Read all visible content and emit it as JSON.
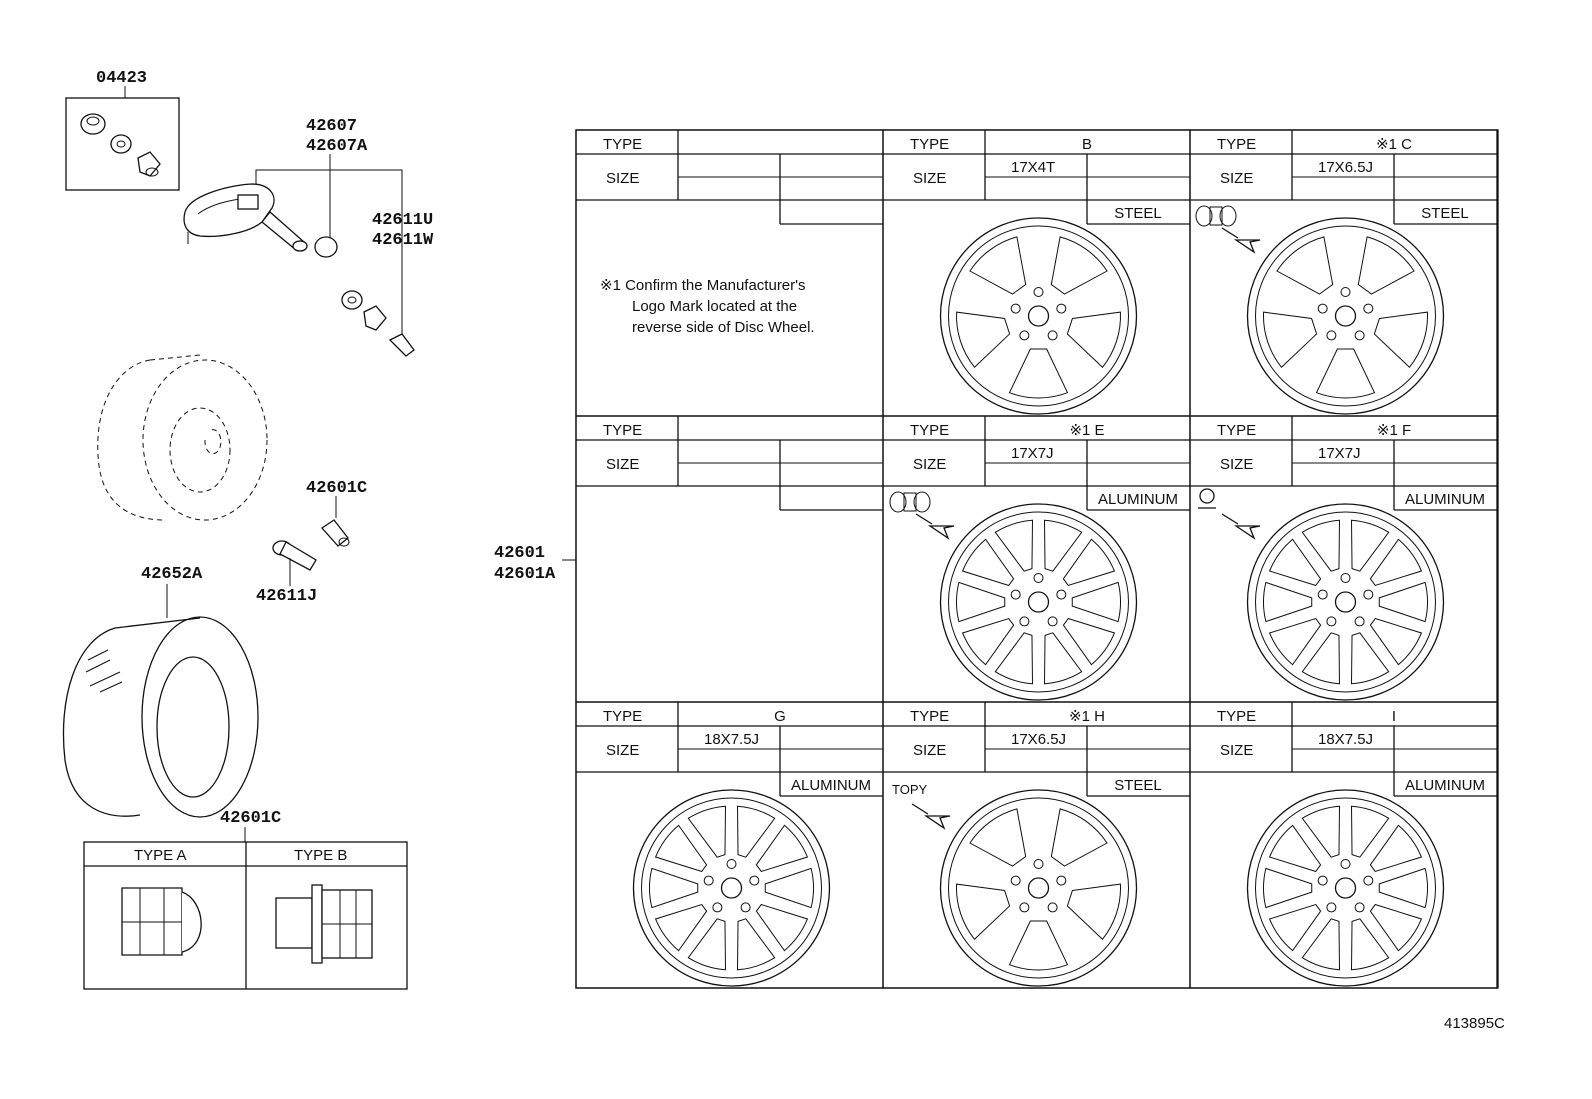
{
  "parts": {
    "p04423": "04423",
    "p42607": "42607",
    "p42607A": "42607A",
    "p42611U": "42611U",
    "p42611W": "42611W",
    "p42601C_top": "42601C",
    "p42652A": "42652A",
    "p42611J": "42611J",
    "p42601C_bottom": "42601C",
    "p42601": "42601",
    "p42601A": "42601A"
  },
  "nut_table": {
    "type_a": "TYPE A",
    "type_b": "TYPE B"
  },
  "wheel_table": {
    "type_label": "TYPE",
    "size_label": "SIZE",
    "note_line1": "※1 Confirm the Manufacturer's",
    "note_line2": "Logo Mark located at the",
    "note_line3": "reverse side of Disc Wheel.",
    "cells": [
      {
        "type": "",
        "size": "",
        "material": ""
      },
      {
        "type": "B",
        "size": "17X4T",
        "material": "STEEL"
      },
      {
        "type": "※1 C",
        "size": "17X6.5J",
        "material": "STEEL"
      },
      {
        "type": "",
        "size": "",
        "material": ""
      },
      {
        "type": "※1 E",
        "size": "17X7J",
        "material": "ALUMINUM"
      },
      {
        "type": "※1 F",
        "size": "17X7J",
        "material": "ALUMINUM"
      },
      {
        "type": "G",
        "size": "18X7.5J",
        "material": "ALUMINUM"
      },
      {
        "type": "※1 H",
        "size": "17X6.5J",
        "material": "STEEL"
      },
      {
        "type": "I",
        "size": "18X7.5J",
        "material": "ALUMINUM"
      }
    ],
    "topy_logo": "TOPY"
  },
  "diagram_id": "413895C"
}
